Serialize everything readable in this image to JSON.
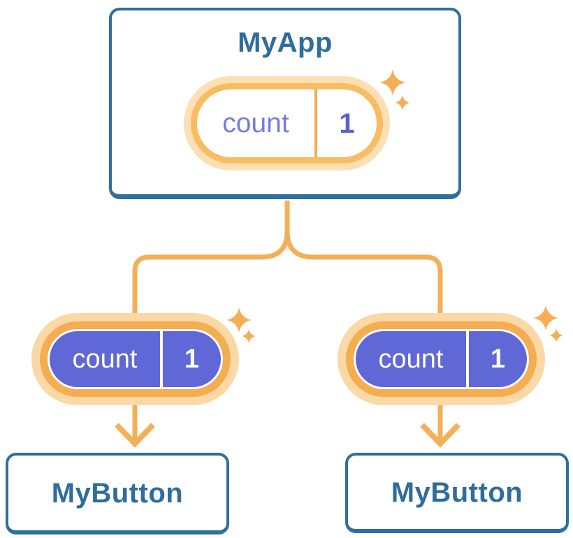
{
  "root_card": {
    "title": "MyApp",
    "state": {
      "label": "count",
      "value": "1"
    }
  },
  "child_cards": [
    {
      "title": "MyButton",
      "state": {
        "label": "count",
        "value": "1"
      }
    },
    {
      "title": "MyButton",
      "state": {
        "label": "count",
        "value": "1"
      }
    }
  ],
  "colors": {
    "card_border_blue": "#2F6F9E",
    "title_text_blue": "#2E6D9C",
    "connector_orange": "#F3B057",
    "pill_ring_orange": "#F4AD50",
    "pill_glow_orange": "#FBD9A6",
    "pill_fill_purple": "#5F68D6",
    "root_state_label": "#747CE4",
    "root_state_value": "#5A60CE",
    "sparkle_orange": "#F5AE53"
  },
  "icons": {
    "sparkles": "sparkle-icon",
    "arrows": "arrow-down-icon"
  }
}
